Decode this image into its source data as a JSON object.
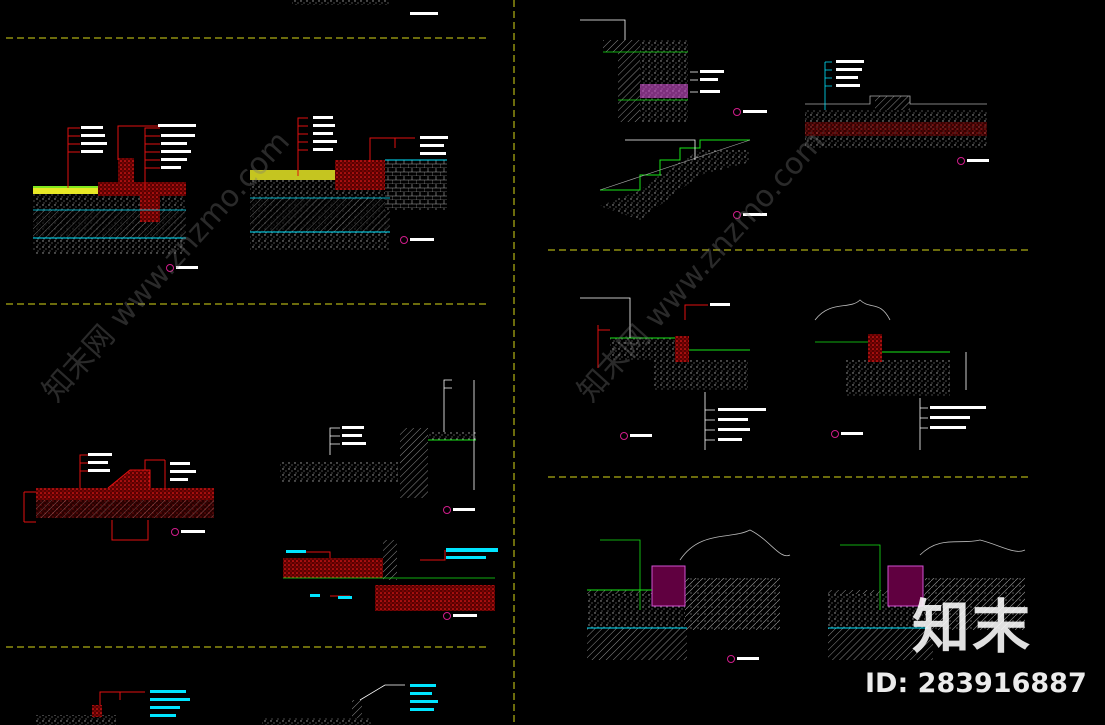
{
  "watermark": {
    "brand": "知末",
    "id_label": "ID: 283916887",
    "diagonal_text": "知末网 www.znzmo.com"
  },
  "colors": {
    "background": "#000000",
    "divider": "#d8d818",
    "hatch_gray": "#9a9a9a",
    "red_accent": "#e01010",
    "leader_magenta": "#d01c8b",
    "cyan": "#00e5ff",
    "green": "#17e617",
    "yellow": "#e8e826",
    "white": "#ffffff"
  }
}
